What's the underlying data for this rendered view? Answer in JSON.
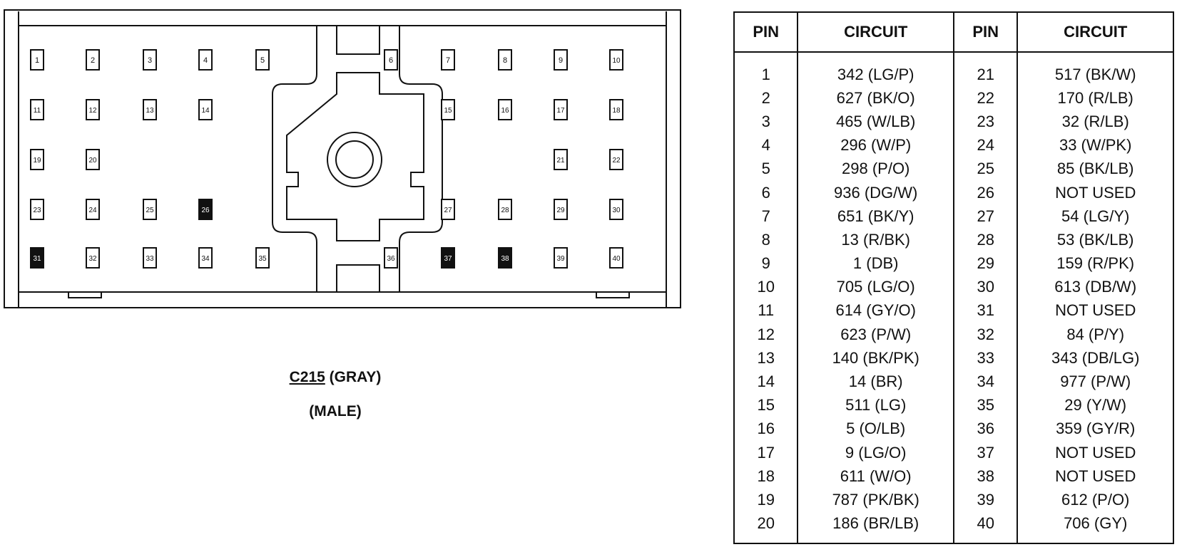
{
  "connector": {
    "id": "C215",
    "color_label": "(GRAY)",
    "gender_label": "(MALE)",
    "filled_pins": [
      26,
      31,
      37,
      38
    ],
    "pins": [
      {
        "n": 1,
        "label": "1"
      },
      {
        "n": 2,
        "label": "2"
      },
      {
        "n": 3,
        "label": "3"
      },
      {
        "n": 4,
        "label": "4"
      },
      {
        "n": 5,
        "label": "5"
      },
      {
        "n": 6,
        "label": "6"
      },
      {
        "n": 7,
        "label": "7"
      },
      {
        "n": 8,
        "label": "8"
      },
      {
        "n": 9,
        "label": "9"
      },
      {
        "n": 10,
        "label": "10"
      },
      {
        "n": 11,
        "label": "11"
      },
      {
        "n": 12,
        "label": "12"
      },
      {
        "n": 13,
        "label": "13"
      },
      {
        "n": 14,
        "label": "14"
      },
      {
        "n": 15,
        "label": "15"
      },
      {
        "n": 16,
        "label": "16"
      },
      {
        "n": 17,
        "label": "17"
      },
      {
        "n": 18,
        "label": "18"
      },
      {
        "n": 19,
        "label": "19"
      },
      {
        "n": 20,
        "label": "20"
      },
      {
        "n": 21,
        "label": "21"
      },
      {
        "n": 22,
        "label": "22"
      },
      {
        "n": 23,
        "label": "23"
      },
      {
        "n": 24,
        "label": "24"
      },
      {
        "n": 25,
        "label": "25"
      },
      {
        "n": 26,
        "label": "26"
      },
      {
        "n": 27,
        "label": "27"
      },
      {
        "n": 28,
        "label": "28"
      },
      {
        "n": 29,
        "label": "29"
      },
      {
        "n": 30,
        "label": "30"
      },
      {
        "n": 31,
        "label": "31"
      },
      {
        "n": 32,
        "label": "32"
      },
      {
        "n": 33,
        "label": "33"
      },
      {
        "n": 34,
        "label": "34"
      },
      {
        "n": 35,
        "label": "35"
      },
      {
        "n": 36,
        "label": "36"
      },
      {
        "n": 37,
        "label": "37"
      },
      {
        "n": 38,
        "label": "38"
      },
      {
        "n": 39,
        "label": "39"
      },
      {
        "n": 40,
        "label": "40"
      }
    ]
  },
  "table": {
    "headers": [
      "PIN",
      "CIRCUIT",
      "PIN",
      "CIRCUIT"
    ],
    "rows": [
      [
        "1",
        "342 (LG/P)",
        "21",
        "517 (BK/W)"
      ],
      [
        "2",
        "627 (BK/O)",
        "22",
        "170 (R/LB)"
      ],
      [
        "3",
        "465 (W/LB)",
        "23",
        "32 (R/LB)"
      ],
      [
        "4",
        "296 (W/P)",
        "24",
        "33 (W/PK)"
      ],
      [
        "5",
        "298 (P/O)",
        "25",
        "85 (BK/LB)"
      ],
      [
        "6",
        "936 (DG/W)",
        "26",
        "NOT USED"
      ],
      [
        "7",
        "651 (BK/Y)",
        "27",
        "54 (LG/Y)"
      ],
      [
        "8",
        "13 (R/BK)",
        "28",
        "53 (BK/LB)"
      ],
      [
        "9",
        "1 (DB)",
        "29",
        "159 (R/PK)"
      ],
      [
        "10",
        "705 (LG/O)",
        "30",
        "613 (DB/W)"
      ],
      [
        "11",
        "614 (GY/O)",
        "31",
        "NOT USED"
      ],
      [
        "12",
        "623 (P/W)",
        "32",
        "84 (P/Y)"
      ],
      [
        "13",
        "140 (BK/PK)",
        "33",
        "343 (DB/LG)"
      ],
      [
        "14",
        "14 (BR)",
        "34",
        "977 (P/W)"
      ],
      [
        "15",
        "511 (LG)",
        "35",
        "29 (Y/W)"
      ],
      [
        "16",
        "5 (O/LB)",
        "36",
        "359 (GY/R)"
      ],
      [
        "17",
        "9 (LG/O)",
        "37",
        "NOT USED"
      ],
      [
        "18",
        "611 (W/O)",
        "38",
        "NOT USED"
      ],
      [
        "19",
        "787 (PK/BK)",
        "39",
        "612 (P/O)"
      ],
      [
        "20",
        "186 (BR/LB)",
        "40",
        "706 (GY)"
      ]
    ]
  }
}
